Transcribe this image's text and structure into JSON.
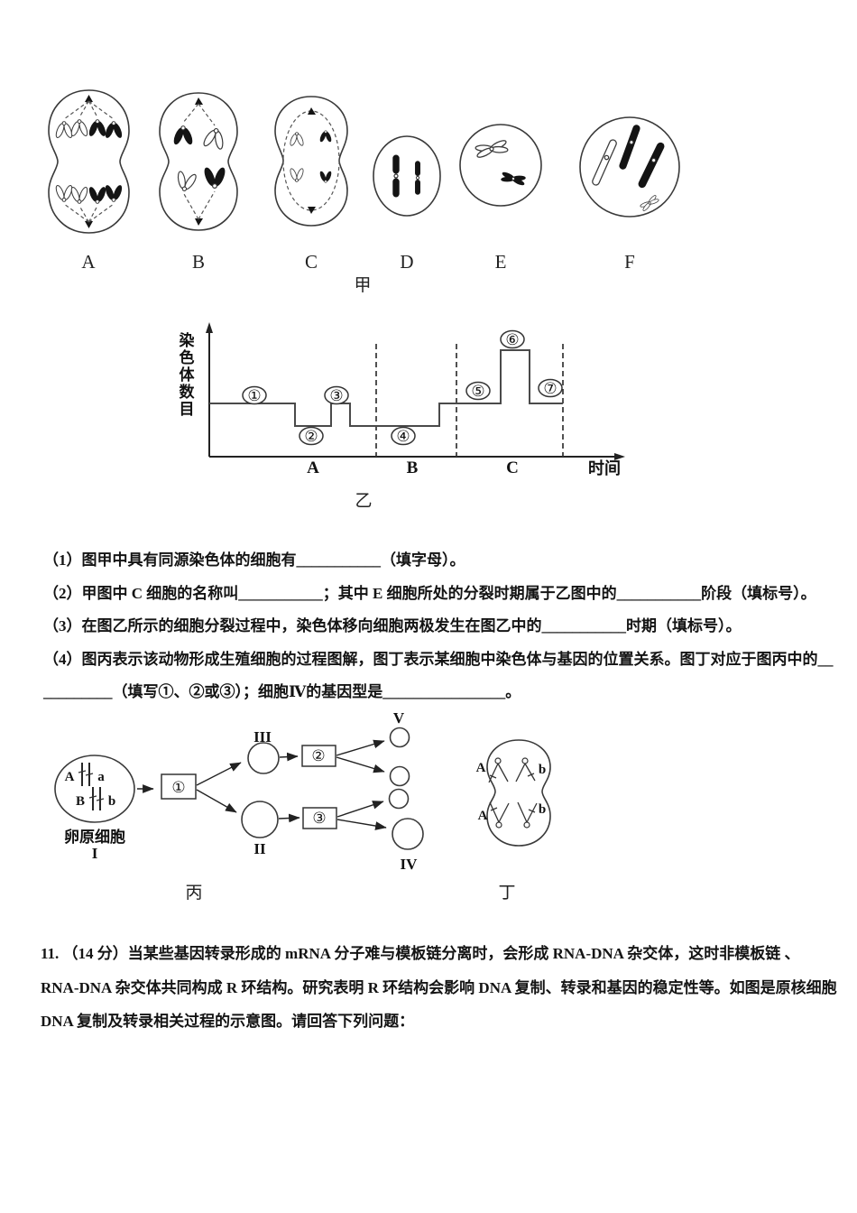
{
  "figure_jia": {
    "label": "甲",
    "cell_labels": [
      "A",
      "B",
      "C",
      "D",
      "E",
      "F"
    ]
  },
  "chart_data": {
    "type": "line",
    "subtype": "step",
    "title": "乙",
    "ylabel": "染色体数目",
    "xlabel": "时间",
    "x_sections": [
      "A",
      "B",
      "C"
    ],
    "annotations": [
      "①",
      "②",
      "③",
      "④",
      "⑤",
      "⑥",
      "⑦"
    ],
    "grid": false,
    "legend": false,
    "series": [
      {
        "name": "染色体数目",
        "segments": [
          {
            "section": "A",
            "annotation": "①",
            "level": 2
          },
          {
            "section": "A",
            "annotation": "②",
            "level": 1
          },
          {
            "section": "A",
            "annotation": "③",
            "level": 2
          },
          {
            "section": "B",
            "annotation": "④",
            "level": 1
          },
          {
            "section": "C",
            "annotation": "⑤",
            "level": 2
          },
          {
            "section": "C",
            "annotation": "⑥",
            "level": 3
          },
          {
            "section": "C",
            "annotation": "⑦",
            "level": 2
          }
        ]
      }
    ]
  },
  "questions": {
    "part1": "（1）图甲中具有同源染色体的细胞有___________（填字母）。",
    "part2": "（2）甲图中 C 细胞的名称叫___________；其中 E 细胞所处的分裂时期属于乙图中的___________阶段（填标号）。",
    "part3": "（3）在图乙所示的细胞分裂过程中，染色体移向细胞两极发生在图乙中的___________时期（填标号）。",
    "part4_line1": "（4）图丙表示该动物形成生殖细胞的过程图解，图丁表示某细胞中染色体与基因的位置关系。图丁对应于图丙中的__",
    "part4_line2": "_________（填写①、②或③）；细胞Ⅳ的基因型是________________。"
  },
  "figure_bing": {
    "label": "丙",
    "oocyte": {
      "name": "卵原细胞",
      "numeral": "I",
      "genes": [
        "A",
        "a",
        "B",
        "b"
      ]
    },
    "boxes": [
      "①",
      "②",
      "③"
    ],
    "cells": {
      "upper": "III",
      "lower": "II",
      "top_product": "V",
      "large_product": "IV"
    }
  },
  "figure_ding": {
    "label": "丁",
    "gene_labels": {
      "top_left": "A",
      "top_right": "b",
      "bottom_left": "A",
      "bottom_right": "b"
    }
  },
  "question11": {
    "line1": "11. （14 分）当某些基因转录形成的 mRNA 分子难与模板链分离时，会形成 RNA-DNA 杂交体，这时非模板链 、",
    "line2": "RNA-DNA 杂交体共同构成 R 环结构。研究表明 R 环结构会影响 DNA 复制、转录和基因的稳定性等。如图是原核细胞",
    "line3": "DNA 复制及转录相关过程的示意图。请回答下列问题："
  }
}
